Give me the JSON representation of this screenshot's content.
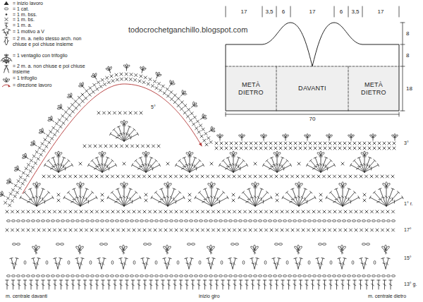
{
  "diagram": {
    "nodes": [
      {
        "text": [
          "METÀ DIETRO"
        ]
      },
      {
        "text": [
          "DAVANTI"
        ]
      },
      {
        "text": [
          "METÀ DIETRO"
        ]
      }
    ],
    "labels": [
      "todocrochetganchillo.blogspot.com",
      "17",
      "3,5",
      "6",
      "17",
      "6",
      "3,5",
      "17",
      "8",
      "8",
      "18",
      "70",
      "5°",
      "3°",
      "1° r.",
      "17°",
      "15°",
      "13° g.",
      "inizio giro",
      "m. centrale davanti",
      "m. centrale dietro"
    ],
    "legend": [
      {
        "text": "= inizio lavoro"
      },
      {
        "text": "= 1 cat."
      },
      {
        "text": "= 1 m. bss."
      },
      {
        "text": "= 1 m. bs."
      },
      {
        "text": "= 1 m. a."
      },
      {
        "text": "= 1 motivo a V"
      },
      {
        "text": "= 2 m. a. nello stesso arch. non chiuse e poi chiuse insieme"
      },
      {
        "text": "= 1 ventaglio con trifoglio"
      },
      {
        "text": "= 2 m. a. non chiuse e poi chiuse insieme"
      },
      {
        "text": "= 1 trifoglio"
      },
      {
        "text": "= direzione lavoro"
      }
    ]
  }
}
